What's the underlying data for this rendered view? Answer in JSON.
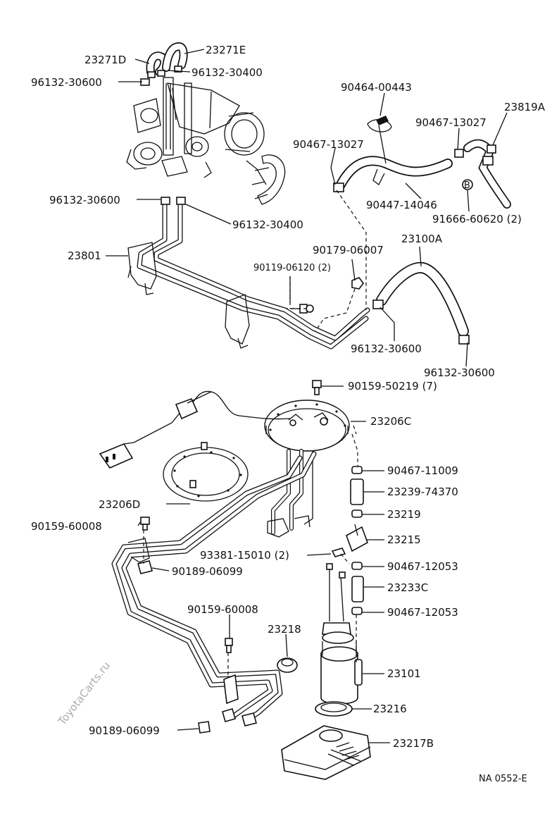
{
  "watermark": "ToyotaCarts.ru",
  "diagram_code": "NA 0552-E",
  "labels": {
    "p23271D": "23271D",
    "p23271E": "23271E",
    "p96132_30400_a": "96132-30400",
    "p96132_30600_a": "96132-30600",
    "p96132_30600_b": "96132-30600",
    "p96132_30400_b": "96132-30400",
    "p23801": "23801",
    "p90464_00443": "90464-00443",
    "p90467_13027_a": "90467-13027",
    "p90467_13027_b": "90467-13027",
    "p23819A": "23819A",
    "p90447_14046": "90447-14046",
    "p91666_60620": "91666-60620 (2)",
    "p90179_06007": "90179-06007",
    "p23100A": "23100A",
    "p90119_06120": "90119-06120 (2)",
    "p96132_30600_c": "96132-30600",
    "p96132_30600_d": "96132-30600",
    "p90159_50219": "90159-50219 (7)",
    "p23206C": "23206C",
    "p90467_11009": "90467-11009",
    "p23239_74370": "23239-74370",
    "p23206D": "23206D",
    "p23219": "23219",
    "p90159_60008_a": "90159-60008",
    "p23215": "23215",
    "p93381_15010": "93381-15010 (2)",
    "p90189_06099_a": "90189-06099",
    "p90467_12053_a": "90467-12053",
    "p23233C": "23233C",
    "p90159_60008_b": "90159-60008",
    "p90467_12053_b": "90467-12053",
    "p23218": "23218",
    "p23101": "23101",
    "p23216": "23216",
    "p90189_06099_b": "90189-06099",
    "p23217B": "23217B"
  }
}
